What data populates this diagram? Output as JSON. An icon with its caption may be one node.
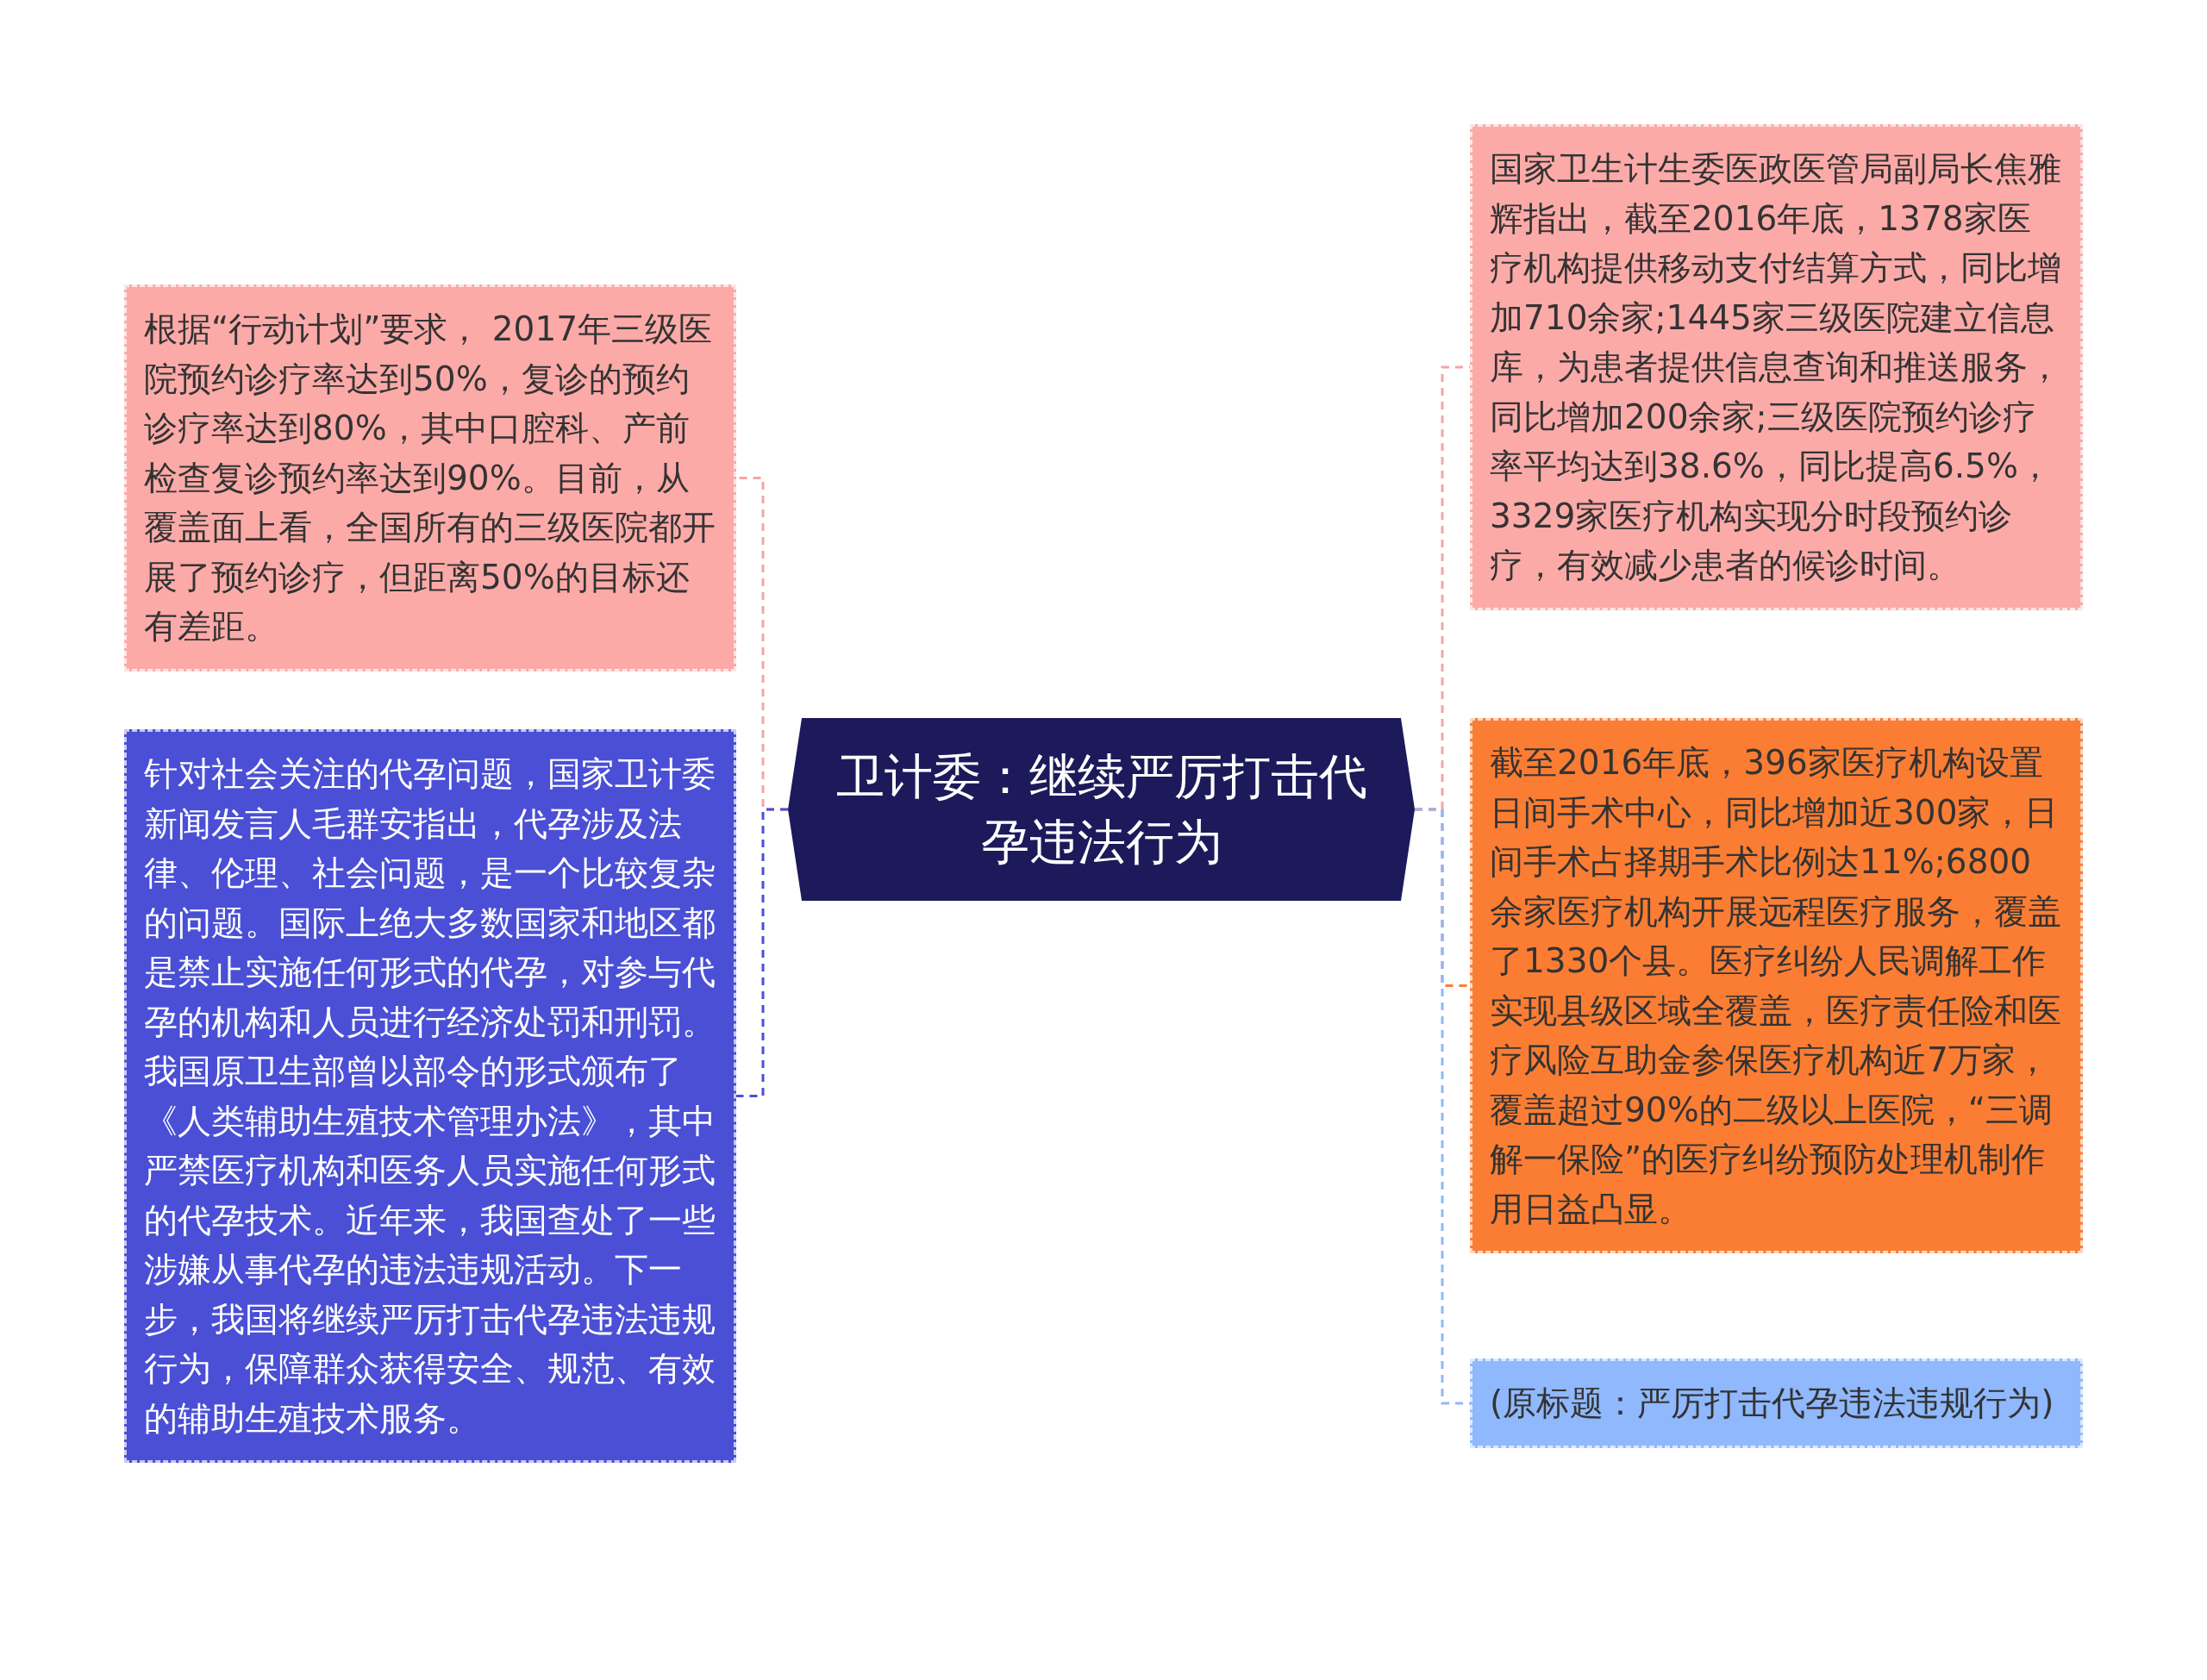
{
  "diagram": {
    "nodes": [
      {
        "text": [
          "卫计委：继续严厉打击代孕违法行为"
        ]
      },
      {
        "text": [
          "根据“行动计划”要求， 2017年三级医院预约诊疗率达到50%，复诊的预约诊疗率达到80%，其中口腔科、产前检查复诊预约率达到90%。目前，从覆盖面上看，全国所有的三级医院都开展了预约诊疗，但距离50%的目标还有差距。"
        ]
      },
      {
        "text": [
          "针对社会关注的代孕问题，国家卫计委新闻发言人毛群安指出，代孕涉及法律、伦理、社会问题，是一个比较复杂的问题。国际上绝大多数国家和地区都是禁止实施任何形式的代孕，对参与代孕的机构和人员进行经济处罚和刑罚。我国原卫生部曾以部令的形式颁布了《人类辅助生殖技术管理办法》，其中严禁医疗机构和医务人员实施任何形式的代孕技术。近年来，我国查处了一些涉嫌从事代孕的违法违规活动。下一步，我国将继续严厉打击代孕违法违规行为，保障群众获得安全、规范、有效的辅助生殖技术服务。"
        ]
      },
      {
        "text": [
          "国家卫生计生委医政医管局副局长焦雅辉指出，截至2016年底，1378家医疗机构提供移动支付结算方式，同比增加710余家;1445家三级医院建立信息库，为患者提供信息查询和推送服务，同比增加200余家;三级医院预约诊疗率平均达到38.6%，同比提高6.5%，3329家医疗机构实现分时段预约诊疗，有效减少患者的候诊时间。"
        ]
      },
      {
        "text": [
          "截至2016年底，396家医疗机构设置日间手术中心，同比增加近300家，日间手术占择期手术比例达11%;6800余家医疗机构开展远程医疗服务，覆盖了1330个县。医疗纠纷人民调解工作实现县级区域全覆盖，医疗责任险和医疗风险互助金参保医疗机构近7万家，覆盖超过90%的二级以上医院，“三调解一保险”的医疗纠纷预防处理机制作用日益凸显。"
        ]
      },
      {
        "text": [
          "(原标题：严厉打击代孕违法违规行为)"
        ]
      }
    ],
    "edges": [
      {
        "from": 0,
        "to": 1,
        "arrow": "none",
        "style": "dashed",
        "color": "#f4a6a6"
      },
      {
        "from": 0,
        "to": 2,
        "arrow": "none",
        "style": "dashed",
        "color": "#4a4fd6"
      },
      {
        "from": 0,
        "to": 3,
        "arrow": "none",
        "style": "dashed",
        "color": "#f4a6a6"
      },
      {
        "from": 0,
        "to": 4,
        "arrow": "none",
        "style": "dashed",
        "color": "#fb7d33"
      },
      {
        "from": 0,
        "to": 5,
        "arrow": "none",
        "style": "dashed",
        "color": "#8fb8fd"
      }
    ]
  }
}
